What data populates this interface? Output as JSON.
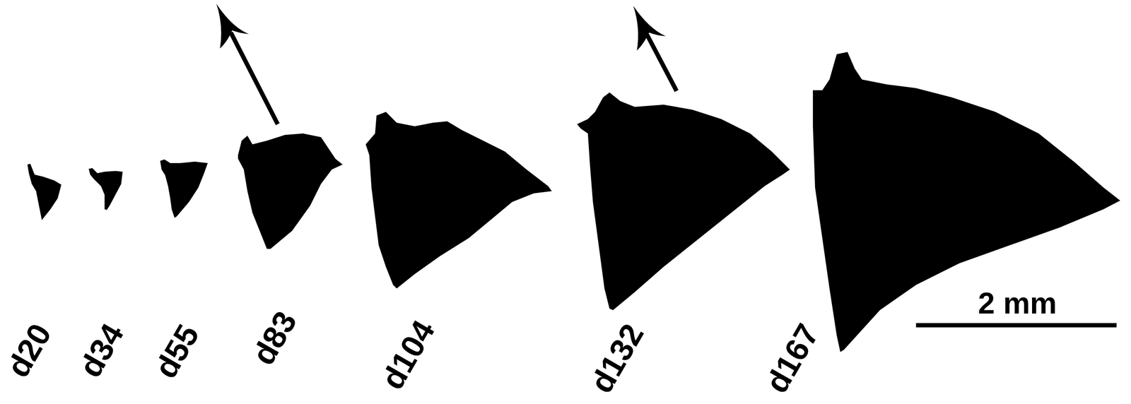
{
  "diagram": {
    "labels": [
      "d20",
      "d34",
      "d55",
      "d83",
      "d104",
      "d132",
      "d167",
      "2 mm"
    ]
  }
}
